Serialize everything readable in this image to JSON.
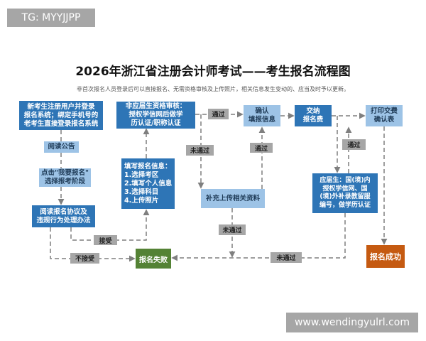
{
  "watermark_top": "TG: MYYJJPP",
  "watermark_bottom": "www.wendingyulrl.com",
  "title": "2026年浙江省注册会计师考试——考生报名流程图",
  "subtitle": "非首次报名人员登录后可以直接报名、无需资格审核及上传照片，相关信息发生变动的、应当及时予以更新。",
  "colors": {
    "dark_box": "#2e75b6",
    "light_box": "#9dc3e6",
    "fail": "#548235",
    "success": "#c55a11",
    "label": "#a6a6a6",
    "connector": "#7f7f7f"
  },
  "nodes": {
    "register": "新考生注册用户并登录\n报名系统；绑定手机号的\n老考生直接登录报名系统",
    "nonfresh_review": "非应届生资格审核：\n授权学信网后做学\n历认证/职称认证",
    "confirm": "确认\n填报信息",
    "pay": "交纳\n报名费",
    "print": "打印交费\n确认表",
    "notice": "阅读公告",
    "click": "点击\"我要报名\"\n选择报考阶段",
    "agreement": "阅读报名协议及\n违规行为处理办法",
    "fill": "填写报名信息：\n1.选择考区\n2.填写个人信息\n3.选择科目\n4.上传照片",
    "supplement": "补充上传相关资料",
    "fresh_review": "应届生：国(境)内\n授权学信网、国\n(境)外补录教留服\n编号，做学历认证",
    "fail": "报名失败",
    "success": "报名成功"
  },
  "labels": {
    "pass": "通过",
    "fail": "未通过",
    "accept": "接受",
    "reject": "不接受"
  }
}
